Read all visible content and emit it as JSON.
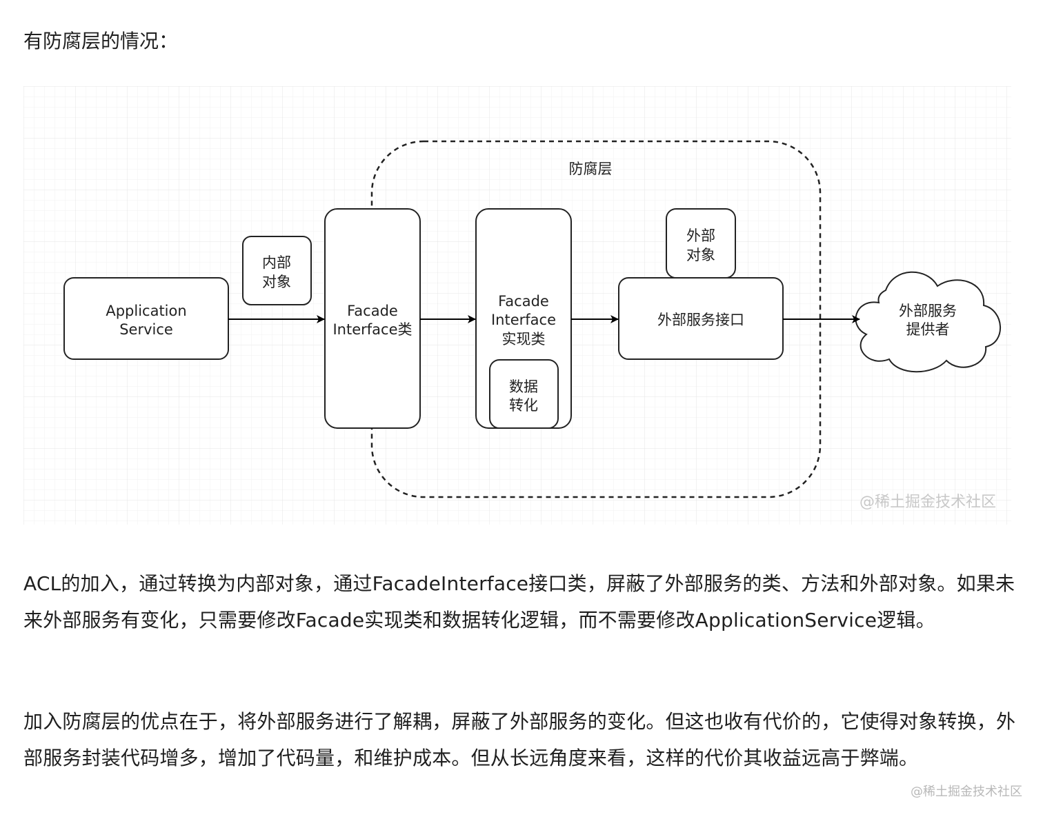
{
  "heading": "有防腐层的情况：",
  "diagram": {
    "acl_label": "防腐层",
    "app_service": [
      "Application",
      "Service"
    ],
    "internal_object": [
      "内部",
      "对象"
    ],
    "facade_interface": [
      "Facade",
      "Interface类"
    ],
    "facade_impl": [
      "Facade",
      "Interface",
      "实现类"
    ],
    "data_conversion": [
      "数据",
      "转化"
    ],
    "external_object": [
      "外部",
      "对象"
    ],
    "external_service_interface": "外部服务接口",
    "external_provider": [
      "外部服务",
      "提供者"
    ],
    "watermark": "@稀土掘金技术社区"
  },
  "paragraphs": [
    "ACL的加入，通过转换为内部对象，通过FacadeInterface接口类，屏蔽了外部服务的类、方法和外部对象。如果未来外部服务有变化，只需要修改Facade实现类和数据转化逻辑，而不需要修改ApplicationService逻辑。",
    "加入防腐层的优点在于，将外部服务进行了解耦，屏蔽了外部服务的变化。但这也收有代价的，它使得对象转换，外部服务封装代码增多，增加了代码量，和维护成本。但从长远角度来看，这样的代价其收益远高于弊端。"
  ],
  "page_watermark": "@稀土掘金技术社区"
}
